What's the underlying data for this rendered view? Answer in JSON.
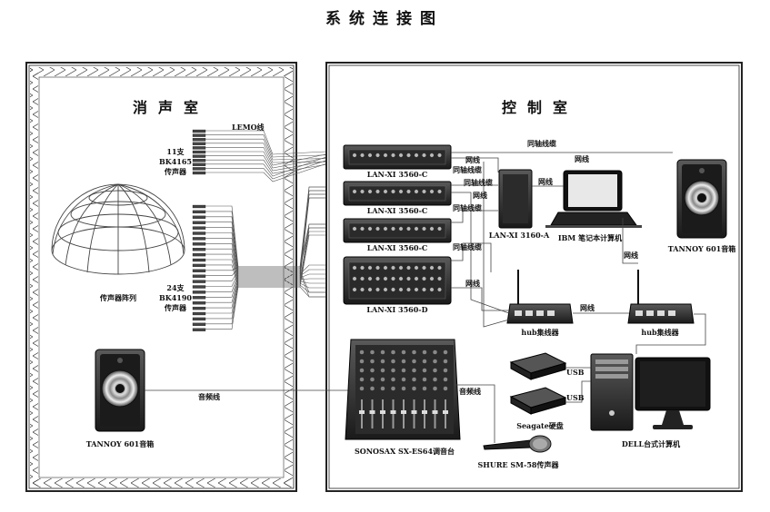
{
  "title": "系统连接图",
  "anechoic_room": {
    "label": "消声室",
    "lemo_label": "LEMO线",
    "mic_group_top": [
      "11支",
      "BK4165",
      "传声器"
    ],
    "mic_group_bottom": [
      "24支",
      "BK4190",
      "传声器"
    ],
    "array_label": "传声器阵列",
    "speaker_label": "TANNOY 601音箱"
  },
  "control_room": {
    "label": "控制室",
    "frontends": [
      "LAN-XI 3560-C",
      "LAN-XI 3560-C",
      "LAN-XI 3560-C",
      "LAN-XI 3560-D"
    ],
    "lanxi_3160_label": "LAN-XI 3160-A",
    "laptop_label": "IBM 笔记本计算机",
    "speaker_label": "TANNOY 601音箱",
    "hub_label": "hub集线器",
    "mixer_label": "SONOSAX SX-ES64调音台",
    "mic_label": "SHURE SM-58传声器",
    "disk_label": "Seagate硬盘",
    "desktop_label": "DELL台式计算机"
  },
  "wires": {
    "coax": "同轴线缆",
    "network": "网线",
    "audio": "音频线",
    "usb": "USB"
  }
}
